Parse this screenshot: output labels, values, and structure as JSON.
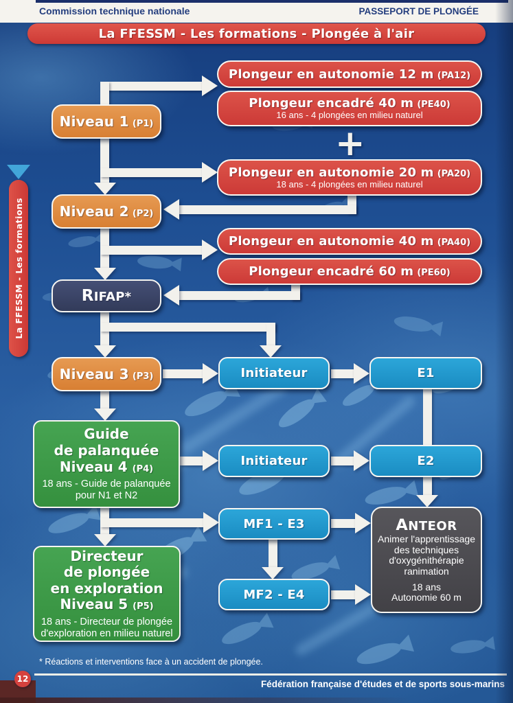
{
  "header": {
    "left": "Commission technique nationale",
    "right": "PASSEPORT DE PLONGÉE"
  },
  "banner": {
    "title": "La FFESSM - Les formations - Plongée à l'air"
  },
  "sidebar": {
    "label": "La FFESSM - Les formations"
  },
  "nodes": {
    "pa12": {
      "title": "Plongeur en autonomie 12 m",
      "code": "(PA12)"
    },
    "pe40": {
      "title": "Plongeur encadré 40 m",
      "code": "(PE40)",
      "subtitle": "16 ans - 4 plongées en milieu naturel"
    },
    "niveau1": {
      "title": "Niveau 1",
      "code": "(P1)"
    },
    "plus": {
      "symbol": "+"
    },
    "pa20": {
      "title": "Plongeur en autonomie 20 m",
      "code": "(PA20)",
      "subtitle": "18 ans - 4 plongées en milieu naturel"
    },
    "niveau2": {
      "title": "Niveau 2",
      "code": "(P2)"
    },
    "pa40": {
      "title": "Plongeur en autonomie 40 m",
      "code": "(PA40)"
    },
    "pe60": {
      "title": "Plongeur encadré 60 m",
      "code": "(PE60)"
    },
    "rifap": {
      "title": "RIFAP*"
    },
    "niveau3": {
      "title": "Niveau 3",
      "code": "(P3)"
    },
    "initiateur1": {
      "title": "Initiateur"
    },
    "e1": {
      "title": "E1"
    },
    "niveau4": {
      "line1": "Guide",
      "line2": "de palanquée",
      "line3": "Niveau 4",
      "code": "(P4)",
      "subtitle": "18 ans - Guide de palanquée pour N1 et N2"
    },
    "initiateur2": {
      "title": "Initiateur"
    },
    "e2": {
      "title": "E2"
    },
    "mf1": {
      "title": "MF1 - E3"
    },
    "anteor": {
      "title": "ANTEOR",
      "body": "Animer l'apprentissage des techniques d'oxygénithérapie ranimation",
      "age": "18 ans",
      "autonomy": "Autonomie 60 m"
    },
    "niveau5": {
      "line1": "Directeur",
      "line2": "de plongée",
      "line3": "en exploration",
      "line4": "Niveau 5",
      "code": "(P5)",
      "subtitle": "18 ans - Directeur de plongée d'exploration en milieu naturel"
    },
    "mf2": {
      "title": "MF2 - E4"
    }
  },
  "footer": {
    "footnote": "* Réactions et interventions face à un accident de plongée.",
    "publisher": "Fédération française d'études et de sports sous-marins",
    "page_number": "12"
  },
  "colors": {
    "red": "#d5423e",
    "orange": "#e0883f",
    "navy": "#3a4263",
    "blue": "#1e98ce",
    "green": "#3e9c4a",
    "gray": "#4b4a4f",
    "background": "#1d4d91",
    "arrow": "#f2f1ec"
  }
}
